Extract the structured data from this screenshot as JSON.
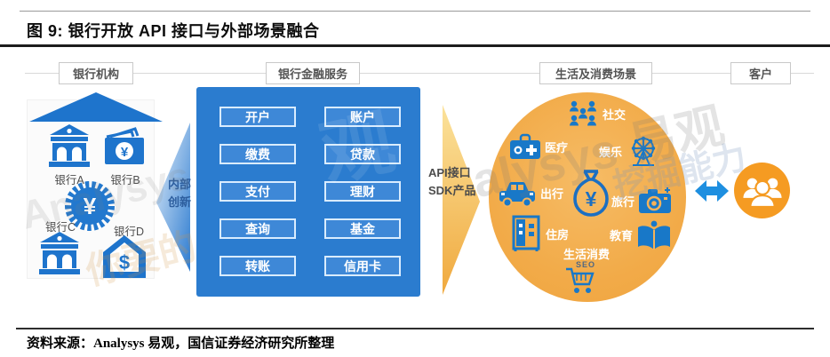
{
  "figure": {
    "title": "图 9: 银行开放 API 接口与外部场景融合",
    "source": "资料来源：Analysys 易观，国信证券经济研究所整理"
  },
  "headers": {
    "banks": "银行机构",
    "services": "银行金融服务",
    "scenarios": "生活及消费场景",
    "customer": "客户"
  },
  "banks": {
    "a": "银行A",
    "b": "银行B",
    "c": "银行C",
    "d": "银行D"
  },
  "flows": {
    "internal": [
      "内部",
      "创新"
    ],
    "api": [
      "API接口",
      "SDK产品"
    ]
  },
  "services": {
    "left": [
      "开户",
      "缴费",
      "支付",
      "查询",
      "转账"
    ],
    "right": [
      "账户",
      "贷款",
      "理财",
      "基金",
      "信用卡"
    ]
  },
  "scenarios": [
    "社交",
    "医疗",
    "娱乐",
    "出行",
    "旅行",
    "住房",
    "教育",
    "生活消费"
  ],
  "symbols": {
    "yuan": "¥",
    "dollar": "$"
  },
  "watermarks": {
    "wm1": "Analysys",
    "wm2": "alysys 易观",
    "wm3": "你要的",
    "wm4": "挖掘能力",
    "wm5": "观",
    "seo": "SEO"
  },
  "colors": {
    "icon_blue": "#1e74cc",
    "box_blue": "#2b7ccf",
    "button_blue": "#3e88d7",
    "scene_orange": "#f2ab49",
    "customer_orange": "#f59b22",
    "arrow_blue": "#1e8fe0"
  }
}
